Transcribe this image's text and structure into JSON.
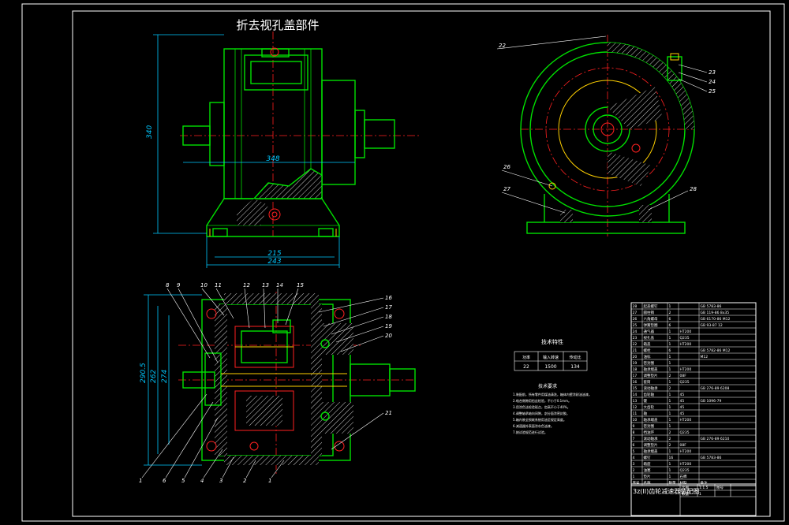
{
  "drawing": {
    "title": "折去视孔盖部件",
    "dimensions": {
      "height_front": "340",
      "width_front": "348",
      "base_inner": "215",
      "base_outer": "243",
      "plan_outer": "290.5",
      "plan_mid": "262",
      "plan_inner": "274"
    },
    "balloons_plan": [
      "8",
      "9",
      "10",
      "11",
      "12",
      "13",
      "14",
      "15",
      "16",
      "17",
      "18",
      "19",
      "20",
      "21",
      "1",
      "6",
      "5",
      "4",
      "3",
      "2",
      "1"
    ],
    "balloons_side": [
      "22",
      "23",
      "24",
      "25",
      "26",
      "27",
      "28"
    ]
  },
  "tech_table": {
    "title": "技术特性",
    "row1": [
      "功率",
      "输入转速",
      "传动比"
    ],
    "row2": [
      "22",
      "1500",
      "134"
    ]
  },
  "tech_req": {
    "title": "技术要求",
    "lines": [
      "1.装配前，所有零件用煤油清洗，箱体内壁涂耐油油漆。",
      "2.啮合侧隙用铅丝检验，不小于0.1mm。",
      "3.用涂色法检验斑点，齿高不小于40%。",
      "4.调整轴承轴向间隙，剖分面涂密封胶。",
      "5.箱内装全损耗系统用油至规定高度。",
      "6.减速器外表面涂灰色油漆。",
      "7.按试验规范进行试验。"
    ]
  },
  "parts_list": {
    "rows": [
      {
        "no": "28",
        "name": "起盖螺钉",
        "qty": "1",
        "mat": "",
        "std": "GB 5783-86"
      },
      {
        "no": "27",
        "name": "圆柱销",
        "qty": "2",
        "mat": "",
        "std": "GB 119-86 8x35"
      },
      {
        "no": "26",
        "name": "六角螺母",
        "qty": "6",
        "mat": "",
        "std": "GB 6170-86 M12"
      },
      {
        "no": "25",
        "name": "弹簧垫圈",
        "qty": "6",
        "mat": "",
        "std": "GB 93-87 12"
      },
      {
        "no": "24",
        "name": "通气器",
        "qty": "1",
        "mat": "HT200",
        "std": ""
      },
      {
        "no": "23",
        "name": "视孔盖",
        "qty": "1",
        "mat": "Q235",
        "std": ""
      },
      {
        "no": "22",
        "name": "箱盖",
        "qty": "1",
        "mat": "HT200",
        "std": ""
      },
      {
        "no": "21",
        "name": "螺栓",
        "qty": "6",
        "mat": "",
        "std": "GB 5782-86 M12"
      },
      {
        "no": "20",
        "name": "油标",
        "qty": "1",
        "mat": "",
        "std": "M12"
      },
      {
        "no": "19",
        "name": "密封圈",
        "qty": "1",
        "mat": "",
        "std": ""
      },
      {
        "no": "18",
        "name": "轴承端盖",
        "qty": "1",
        "mat": "HT200",
        "std": ""
      },
      {
        "no": "17",
        "name": "调整垫片",
        "qty": "2",
        "mat": "08F",
        "std": ""
      },
      {
        "no": "16",
        "name": "套筒",
        "qty": "1",
        "mat": "Q235",
        "std": ""
      },
      {
        "no": "15",
        "name": "滚动轴承",
        "qty": "2",
        "mat": "",
        "std": "GB 276-89 6208"
      },
      {
        "no": "14",
        "name": "齿轮轴",
        "qty": "1",
        "mat": "45",
        "std": ""
      },
      {
        "no": "13",
        "name": "键",
        "qty": "1",
        "mat": "45",
        "std": "GB 1096-79"
      },
      {
        "no": "12",
        "name": "大齿轮",
        "qty": "1",
        "mat": "45",
        "std": ""
      },
      {
        "no": "11",
        "name": "轴",
        "qty": "1",
        "mat": "45",
        "std": ""
      },
      {
        "no": "10",
        "name": "轴承端盖",
        "qty": "1",
        "mat": "HT200",
        "std": ""
      },
      {
        "no": "9",
        "name": "密封圈",
        "qty": "1",
        "mat": "",
        "std": ""
      },
      {
        "no": "8",
        "name": "挡油环",
        "qty": "2",
        "mat": "Q235",
        "std": ""
      },
      {
        "no": "7",
        "name": "滚动轴承",
        "qty": "2",
        "mat": "",
        "std": "GB 276-89 6210"
      },
      {
        "no": "6",
        "name": "调整垫片",
        "qty": "2",
        "mat": "08F",
        "std": ""
      },
      {
        "no": "5",
        "name": "轴承端盖",
        "qty": "1",
        "mat": "HT200",
        "std": ""
      },
      {
        "no": "4",
        "name": "螺钉",
        "qty": "16",
        "mat": "",
        "std": "GB 5783-86"
      },
      {
        "no": "3",
        "name": "箱座",
        "qty": "1",
        "mat": "HT200",
        "std": ""
      },
      {
        "no": "2",
        "name": "油塞",
        "qty": "1",
        "mat": "Q235",
        "std": ""
      },
      {
        "no": "1",
        "name": "垫片",
        "qty": "1",
        "mat": "石棉",
        "std": ""
      }
    ],
    "header": [
      "序号",
      "名称",
      "数量",
      "材料",
      "备注"
    ],
    "title_block": {
      "name": "3z(II)齿轮减速器装配图",
      "scale_label": "比例",
      "scale": "1:1.5",
      "sheet_label": "图号",
      "qty_label": "数量",
      "qty": "1"
    }
  }
}
